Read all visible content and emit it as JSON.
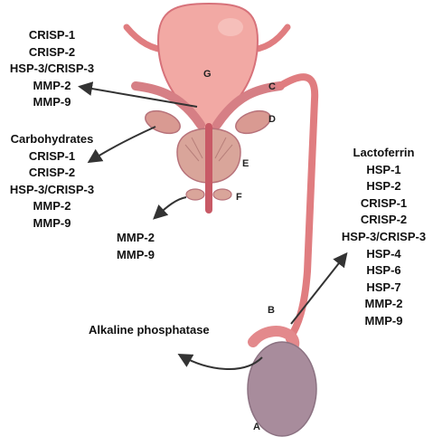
{
  "organs": {
    "A": "A",
    "B": "B",
    "C": "C",
    "D": "D",
    "E": "E",
    "F": "F",
    "G": "G"
  },
  "lists": {
    "ampulla": [
      "CRISP-1",
      "CRISP-2",
      "HSP-3/CRISP-3",
      "MMP-2",
      "MMP-9"
    ],
    "seminal_vesicle": [
      "Carbohydrates",
      "CRISP-1",
      "CRISP-2",
      "HSP-3/CRISP-3",
      "MMP-2",
      "MMP-9"
    ],
    "bulbourethral": [
      "MMP-2",
      "MMP-9"
    ],
    "epididymis": [
      "Lactoferrin",
      "HSP-1",
      "HSP-2",
      "CRISP-1",
      "CRISP-2",
      "HSP-3/CRISP-3",
      "HSP-4",
      "HSP-6",
      "HSP-7",
      "MMP-2",
      "MMP-9"
    ]
  },
  "testis_label": "Alkaline phosphatase",
  "colors": {
    "bladder": "#f2a9a4",
    "duct": "#e07d80",
    "gland": "#d99a92",
    "testis": "#a88c9c",
    "arrow": "#333333"
  }
}
